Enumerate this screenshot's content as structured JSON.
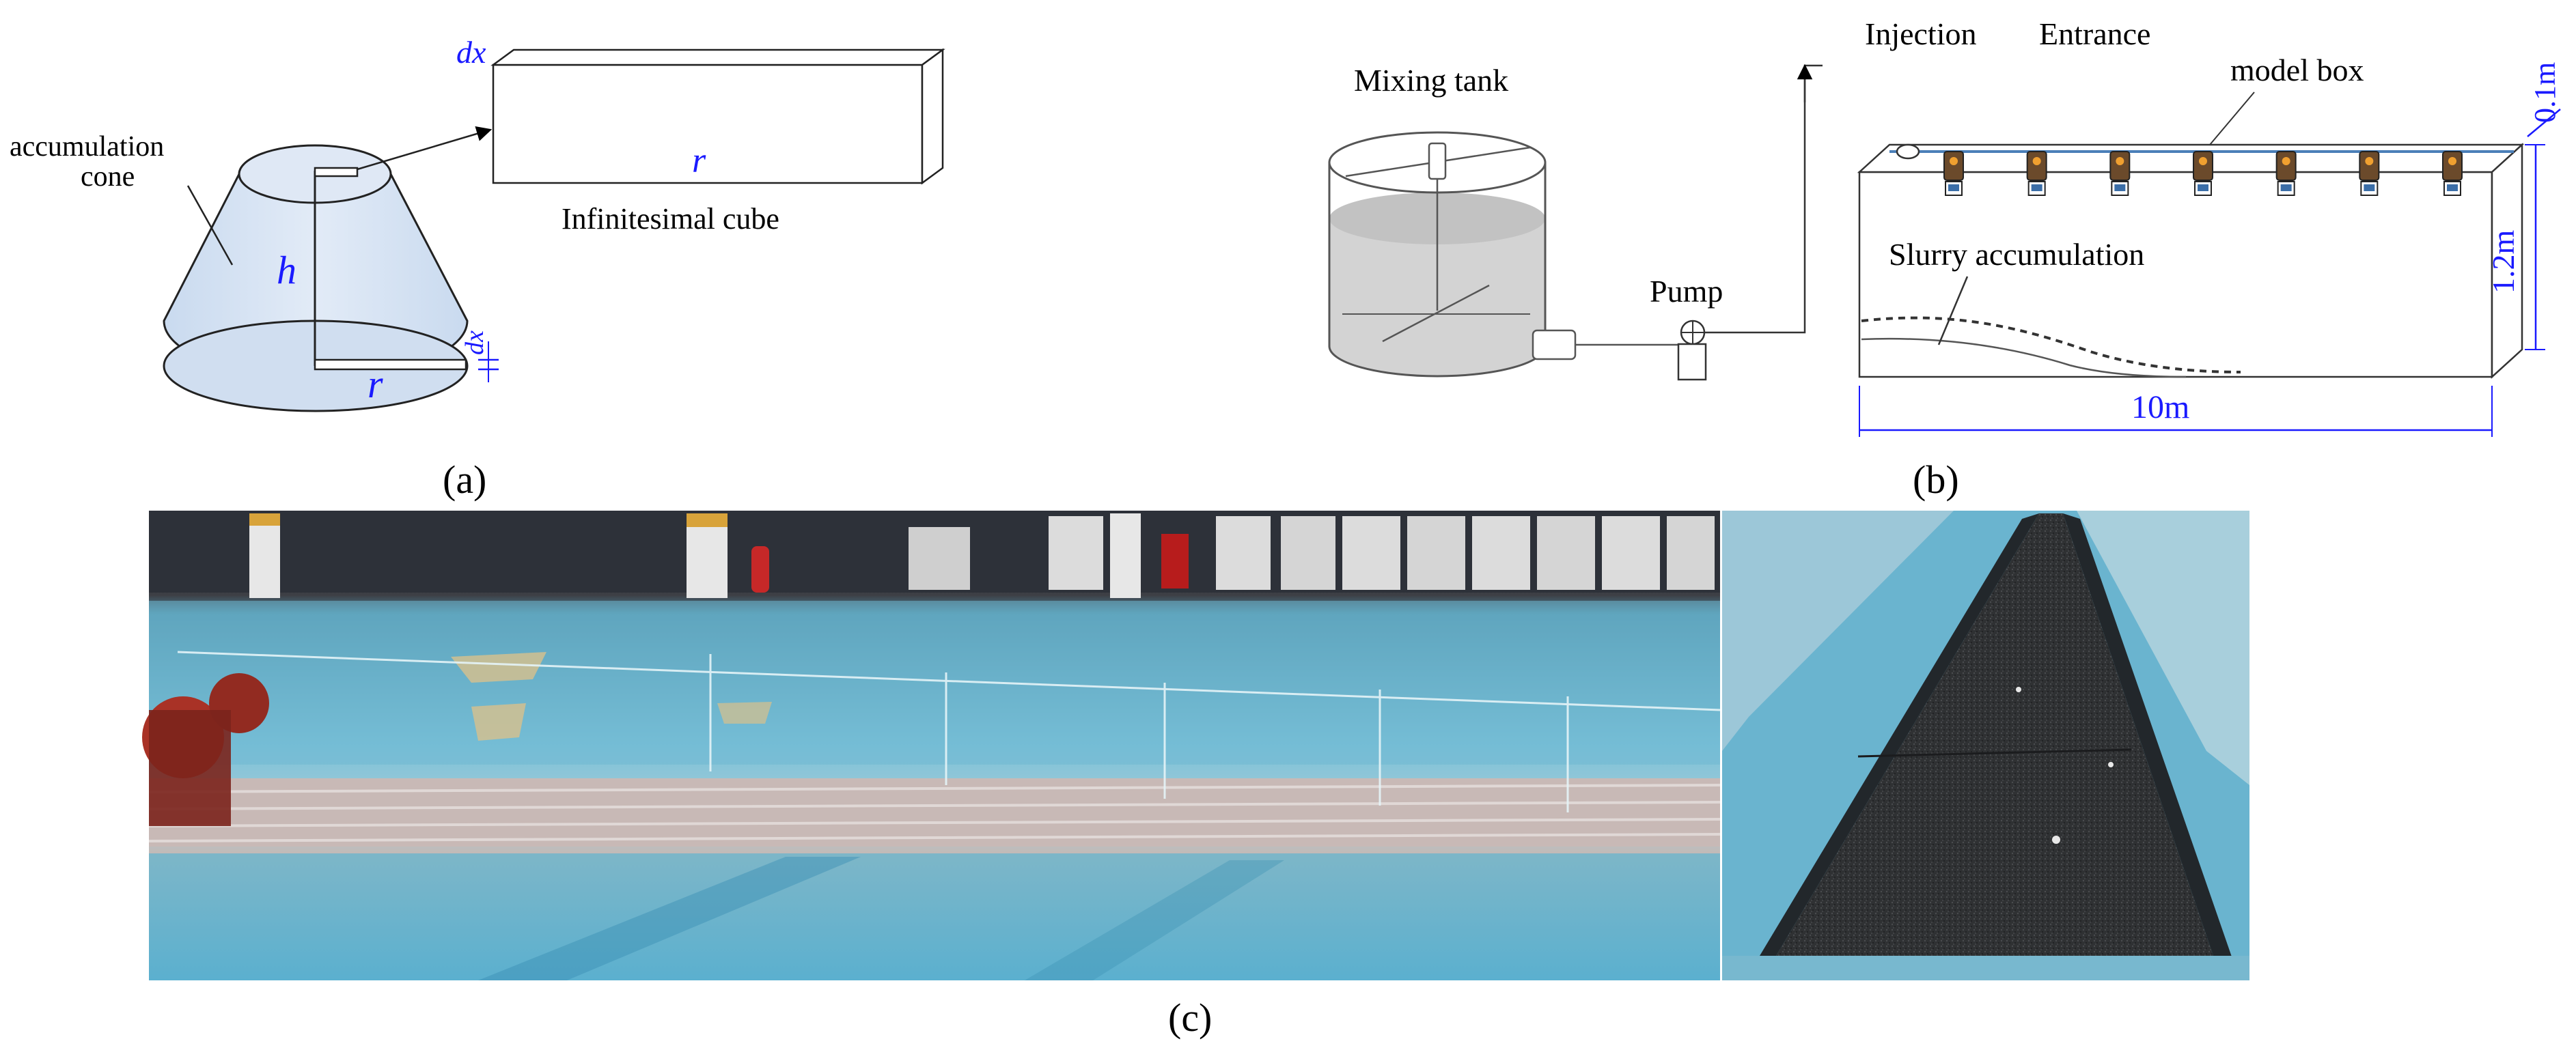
{
  "panel_a": {
    "cone_label_line1": "accumulation",
    "cone_label_line2": "cone",
    "height_var": "h",
    "radius_var": "r",
    "thickness_var": "dx",
    "cube_thickness_var": "dx",
    "cube_length_var": "r",
    "cube_caption": "Infinitesimal cube",
    "panel_label": "(a)"
  },
  "panel_b": {
    "mixing_tank_label": "Mixing tank",
    "pump_label": "Pump",
    "injection_label": "Injection",
    "entrance_label": "Entrance",
    "model_box_label": "model box",
    "slurry_label": "Slurry accumulation",
    "width_dim": "0.1m",
    "height_dim": "1.2m",
    "length_dim": "10m",
    "panel_label": "(b)",
    "sensor_count": 7
  },
  "panel_c": {
    "panel_label": "(c)",
    "left_photo": "photo of transparent model box flume",
    "right_photo": "photo of flume channel with black granular bed"
  },
  "colors": {
    "dimension_blue": "#1a1aff",
    "cone_fill": "#d6e3f3",
    "line": "#000000",
    "tank_liquid": "#d3d3d3"
  }
}
